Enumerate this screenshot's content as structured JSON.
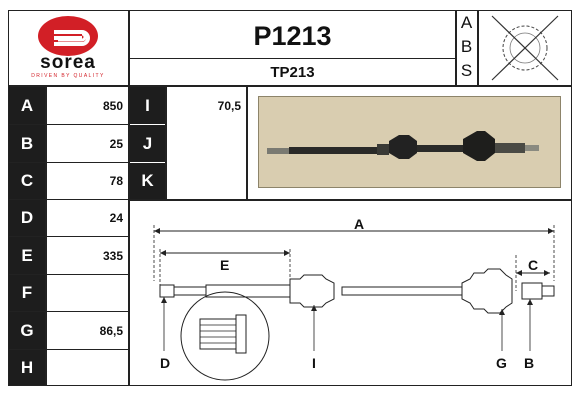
{
  "brand": {
    "name": "sorea",
    "tagline": "DRIVEN BY QUALITY"
  },
  "product": {
    "code": "P1213",
    "ref": "TP213"
  },
  "abs_letters": [
    "A",
    "B",
    "S"
  ],
  "specs": [
    {
      "key": "A",
      "value": "850"
    },
    {
      "key": "B",
      "value": "25"
    },
    {
      "key": "C",
      "value": "78"
    },
    {
      "key": "D",
      "value": "24"
    },
    {
      "key": "E",
      "value": "335"
    },
    {
      "key": "F",
      "value": ""
    },
    {
      "key": "G",
      "value": "86,5"
    },
    {
      "key": "H",
      "value": ""
    },
    {
      "key": "I",
      "value": "70,5"
    },
    {
      "key": "J",
      "value": ""
    },
    {
      "key": "K",
      "value": ""
    }
  ],
  "diagram_labels": {
    "A": "A",
    "E": "E",
    "C": "C",
    "D": "D",
    "I": "I",
    "G": "G",
    "B": "B"
  },
  "colors": {
    "brand_red": "#d21f26",
    "dark_cell": "#1d1d1d",
    "photo_bg": "#d9cdb0"
  }
}
